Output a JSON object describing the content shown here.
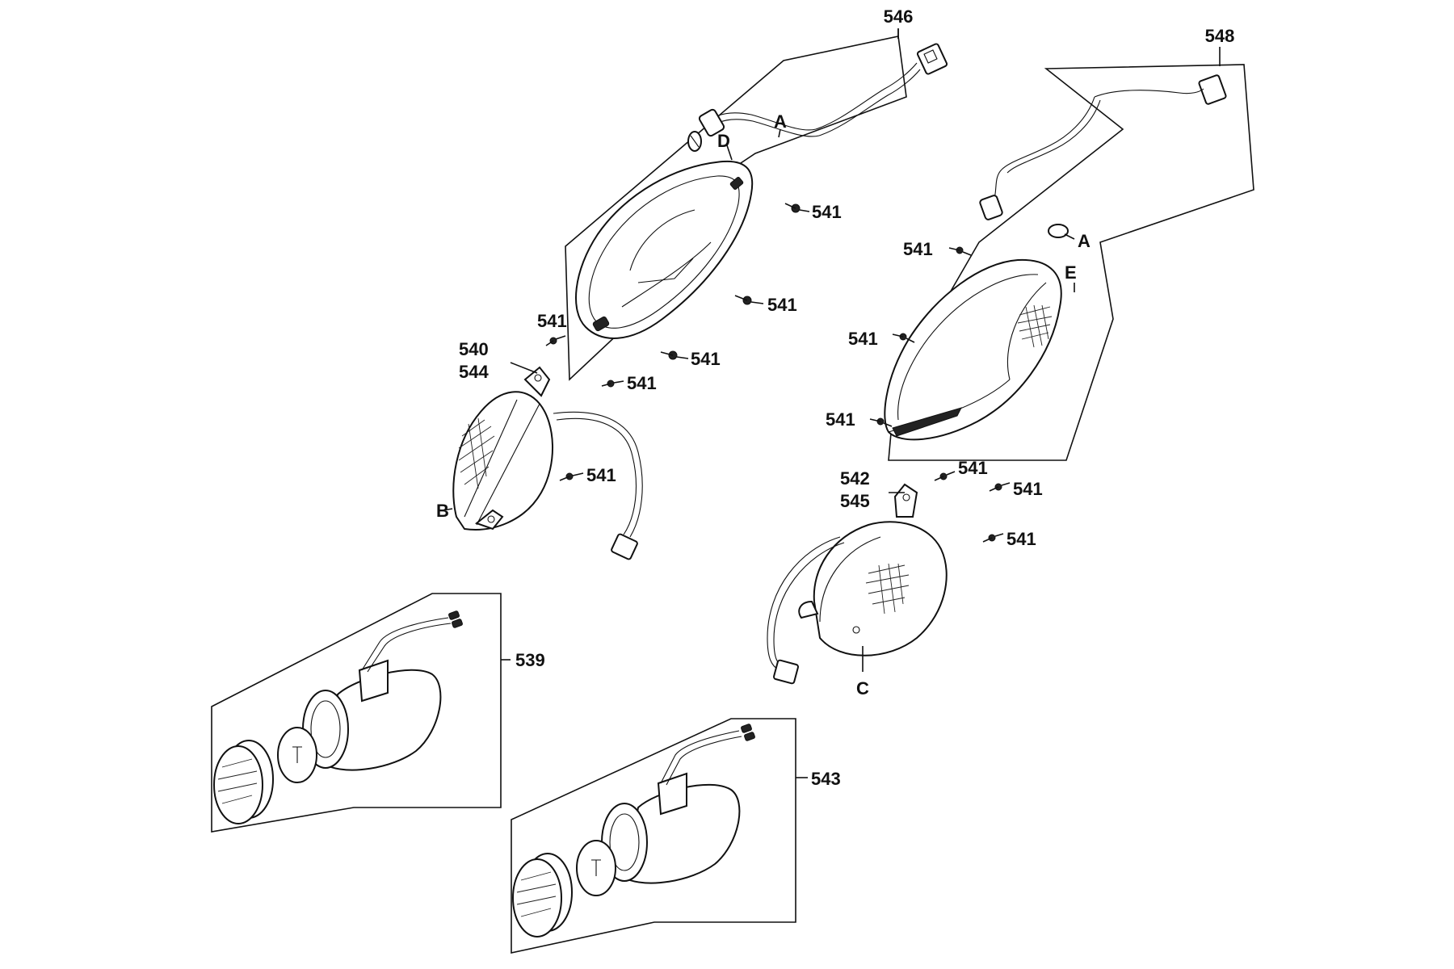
{
  "callouts": {
    "p546": "546",
    "p548": "548",
    "p539": "539",
    "p543": "543",
    "p540": "540",
    "p544": "544",
    "p542": "542",
    "p545": "545",
    "p541": "541"
  },
  "letters": {
    "A": "A",
    "B": "B",
    "C": "C",
    "D": "D",
    "E": "E"
  }
}
